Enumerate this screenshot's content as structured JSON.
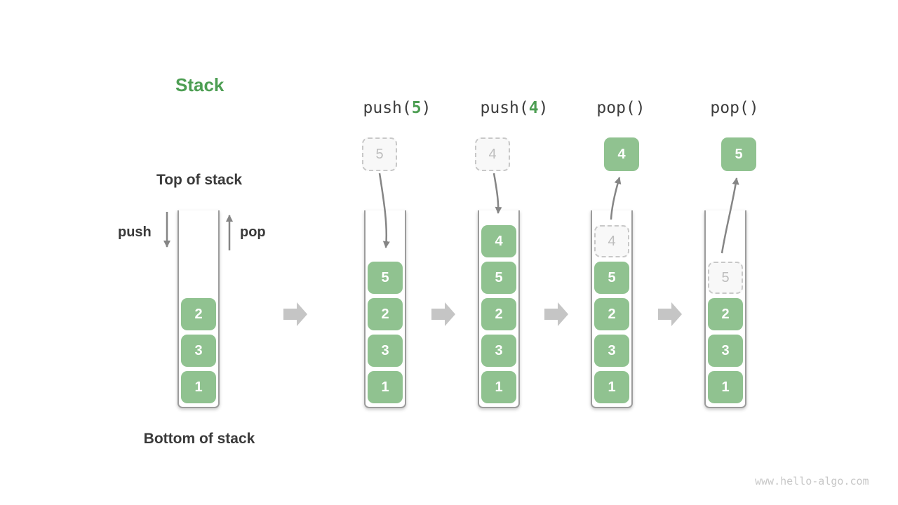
{
  "title": "Stack",
  "watermark": "www.hello-algo.com",
  "labels": {
    "top_of_stack": "Top of stack",
    "bottom_of_stack": "Bottom of stack",
    "push": "push",
    "pop": "pop"
  },
  "colors": {
    "box_green": "#90c290",
    "accent_green": "#4d9e53",
    "label_dark": "#3a3a3a",
    "code_dark": "#3d3d3d",
    "wall_gray": "#9c9c9c",
    "arrow_gray": "#858585",
    "block_arrow_gray": "#c5c5c5",
    "ghost_border": "#c8c8c8",
    "ghost_text": "#bdbdbd",
    "watermark_gray": "#c8c8c8"
  },
  "icons": {
    "push_arrow": "down-arrow",
    "pop_arrow": "up-arrow",
    "step_arrow": "right-block-arrow"
  },
  "columns": [
    {
      "id": "initial",
      "stack": [
        "2",
        "3",
        "1"
      ]
    },
    {
      "id": "push-5",
      "header": {
        "pre": "push(",
        "arg": "5",
        "post": ")"
      },
      "incoming": "5",
      "stack": [
        "5",
        "2",
        "3",
        "1"
      ]
    },
    {
      "id": "push-4",
      "header": {
        "pre": "push(",
        "arg": "4",
        "post": ")"
      },
      "incoming": "4",
      "stack": [
        "4",
        "5",
        "2",
        "3",
        "1"
      ]
    },
    {
      "id": "pop-first",
      "header": {
        "pre": "pop()",
        "arg": "",
        "post": ""
      },
      "popped": "4",
      "ghost": "4",
      "stack": [
        "5",
        "2",
        "3",
        "1"
      ]
    },
    {
      "id": "pop-second",
      "header": {
        "pre": "pop()",
        "arg": "",
        "post": ""
      },
      "popped": "5",
      "ghost": "5",
      "stack": [
        "2",
        "3",
        "1"
      ]
    }
  ]
}
